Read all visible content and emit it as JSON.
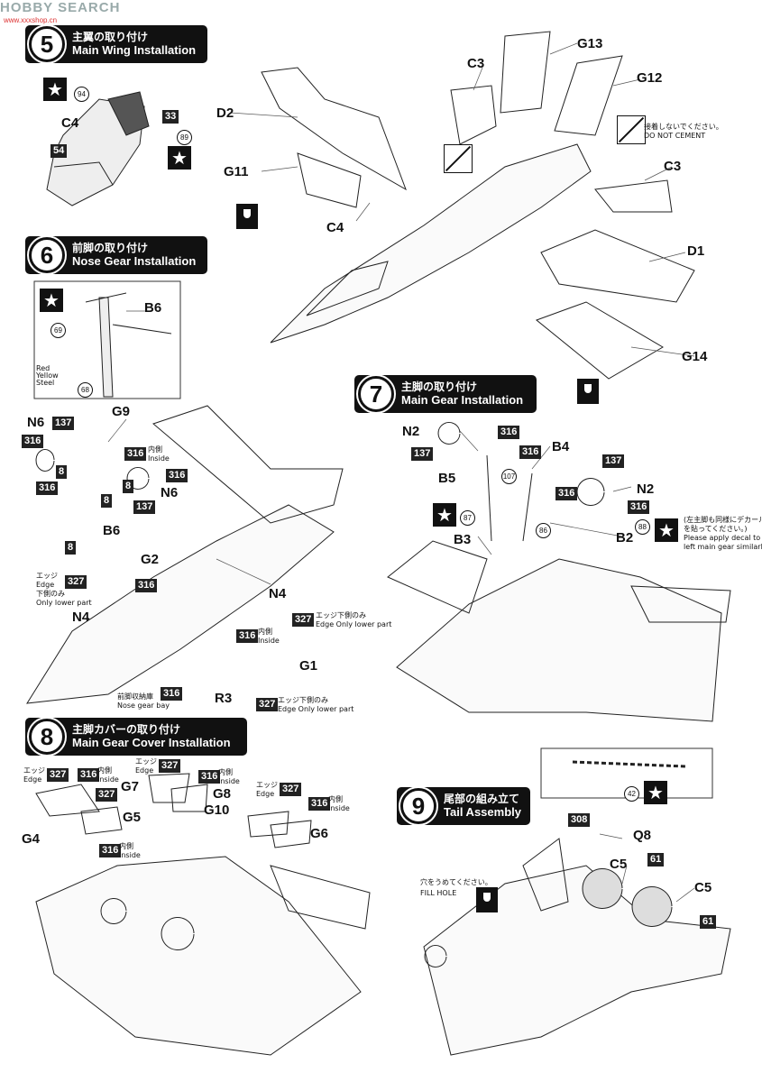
{
  "watermark": {
    "text": "HOBBY SEARCH",
    "sub": "www.xxxshop.cn"
  },
  "steps": {
    "s5": {
      "num": "5",
      "jp": "主翼の取り付け",
      "en": "Main Wing Installation"
    },
    "s6": {
      "num": "6",
      "jp": "前脚の取り付け",
      "en": "Nose Gear Installation"
    },
    "s7": {
      "num": "7",
      "jp": "主脚の取り付け",
      "en": "Main Gear Installation"
    },
    "s8": {
      "num": "8",
      "jp": "主脚カバーの取り付け",
      "en": "Main Gear Cover Installation"
    },
    "s9": {
      "num": "9",
      "jp": "尾部の組み立て",
      "en": "Tail Assembly"
    }
  },
  "parts": {
    "c3a": "C3",
    "g13": "G13",
    "g12": "G12",
    "d2": "D2",
    "c4a": "C4",
    "g11": "G11",
    "c4b": "C4",
    "c3b": "C3",
    "d1": "D1",
    "g14": "G14",
    "b6": "B6",
    "g9": "G9",
    "n6a": "N6",
    "n6b": "N6",
    "b6b": "B6",
    "g2": "G2",
    "n4a": "N4",
    "n4b": "N4",
    "g1": "G1",
    "r3": "R3",
    "n2a": "N2",
    "b4": "B4",
    "b5": "B5",
    "n2b": "N2",
    "b3": "B3",
    "b2": "B2",
    "g7": "G7",
    "g8": "G8",
    "g5": "G5",
    "g4": "G4",
    "g10": "G10",
    "g6": "G6",
    "q8": "Q8",
    "c5a": "C5",
    "c5b": "C5"
  },
  "colors": {
    "c33": "33",
    "c54": "54",
    "c137a": "137",
    "c316a": "316",
    "c8a": "8",
    "c316b": "316",
    "c316c": "316",
    "c137b": "137",
    "c8b": "8",
    "c8c": "8",
    "c316d": "316",
    "c327a": "327",
    "c316e": "316",
    "c316f": "316",
    "c327b": "327",
    "c316g": "316",
    "c327c": "327",
    "c316h": "316",
    "c137c": "137",
    "c316i": "316",
    "c137d": "137",
    "c316j": "316",
    "c8d": "8",
    "c316k": "316",
    "c327d": "327",
    "c316l": "316",
    "c327e": "327",
    "c327f": "327",
    "c316m": "316",
    "c327g": "327",
    "c316n": "316",
    "c316o": "316",
    "c308": "308",
    "c61a": "61",
    "c61b": "61"
  },
  "decals": {
    "d94": "94",
    "d89": "89",
    "d69": "69",
    "d68": "68",
    "d107": "107",
    "d87": "87",
    "d86": "86",
    "d88": "88",
    "d42": "42"
  },
  "notes": {
    "donot_jp": "接着しないでください。",
    "donot_en": "DO NOT CEMENT",
    "inside1_jp": "内側",
    "inside1_en": "Inside",
    "edge1_jp": "エッジ",
    "edge1_en": "Edge",
    "lower1_jp": "下側のみ",
    "lower1_en": "Only lower part",
    "edge2": "エッジ下側のみ",
    "edge2_en": "Edge  Only lower part",
    "inside2_jp": "内側",
    "inside2_en": "Inside",
    "bay_jp": "前脚収納庫",
    "bay_en": "Nose gear bay",
    "edge3": "エッジ下側のみ",
    "edge3_en": "Edge  Only lower part",
    "decal_jp": "(左主脚も同様にデカール",
    "decal_en1": "を貼ってください。)",
    "decal_en2": "Please apply decal to a",
    "decal_en3": "left main gear similarly.",
    "g_edge1_jp": "エッジ",
    "g_edge1_en": "Edge",
    "g_in1_jp": "内側",
    "g_in1_en": "Inside",
    "g_in2_jp": "内側",
    "g_in2_en": "Inside",
    "g_edge2_jp": "エッジ",
    "g_edge2_en": "Edge",
    "g_in3_jp": "内側",
    "g_in3_en": "Inside",
    "g_edge3_jp": "エッジ",
    "g_edge3_en": "Edge",
    "g_in4_jp": "内側",
    "g_in4_en": "Inside",
    "fill_jp": "穴をうめてください。",
    "fill_en": "FILL HOLE",
    "red": "Red",
    "yellow": "Yellow",
    "steel": "Steel"
  },
  "icons": {
    "star": "★"
  }
}
